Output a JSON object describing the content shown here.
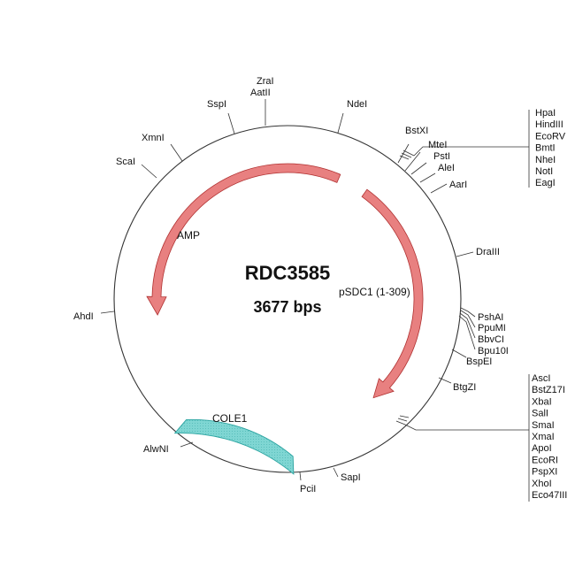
{
  "title": "RDC3585",
  "subtitle": "3677 bps",
  "colors": {
    "arrow_fill": "#e88080",
    "arrow_stroke": "#b03030",
    "ori_fill": "#7fd6d3",
    "ori_stroke": "#2aa3a0",
    "backbone": "#333333"
  },
  "features": [
    {
      "id": "amp",
      "label": "AMP"
    },
    {
      "id": "psdc1",
      "label": "pSDC1 (1-309)"
    },
    {
      "id": "cole1",
      "label": "COLE1"
    }
  ],
  "sites": [
    {
      "id": "zrai",
      "label": "ZraI"
    },
    {
      "id": "aatii",
      "label": "AatII"
    },
    {
      "id": "sspi",
      "label": "SspI"
    },
    {
      "id": "ndei",
      "label": "NdeI"
    },
    {
      "id": "xmni",
      "label": "XmnI"
    },
    {
      "id": "scai",
      "label": "ScaI"
    },
    {
      "id": "bstxi",
      "label": "BstXI"
    },
    {
      "id": "mtei",
      "label": "MteI"
    },
    {
      "id": "psti",
      "label": "PstI"
    },
    {
      "id": "alei",
      "label": "AleI"
    },
    {
      "id": "aari",
      "label": "AarI"
    },
    {
      "id": "draiii",
      "label": "DraIII"
    },
    {
      "id": "pshai",
      "label": "PshAI"
    },
    {
      "id": "ppumi",
      "label": "PpuMI"
    },
    {
      "id": "bbvci",
      "label": "BbvCI"
    },
    {
      "id": "bpu10i",
      "label": "Bpu10I"
    },
    {
      "id": "bspei",
      "label": "BspEI"
    },
    {
      "id": "btgzi",
      "label": "BtgZI"
    },
    {
      "id": "ahdi",
      "label": "AhdI"
    },
    {
      "id": "alwni",
      "label": "AlwNI"
    },
    {
      "id": "pcii",
      "label": "PciI"
    },
    {
      "id": "sapi",
      "label": "SapI"
    }
  ],
  "site_groups": [
    {
      "id": "group-top",
      "labels": [
        "HpaI",
        "HindIII",
        "EcoRV",
        "BmtI",
        "NheI",
        "NotI",
        "EagI"
      ]
    },
    {
      "id": "group-bottom",
      "labels": [
        "AscI",
        "BstZ17I",
        "XbaI",
        "SalI",
        "SmaI",
        "XmaI",
        "ApoI",
        "EcoRI",
        "PspXI",
        "XhoI",
        "Eco47III"
      ]
    }
  ]
}
